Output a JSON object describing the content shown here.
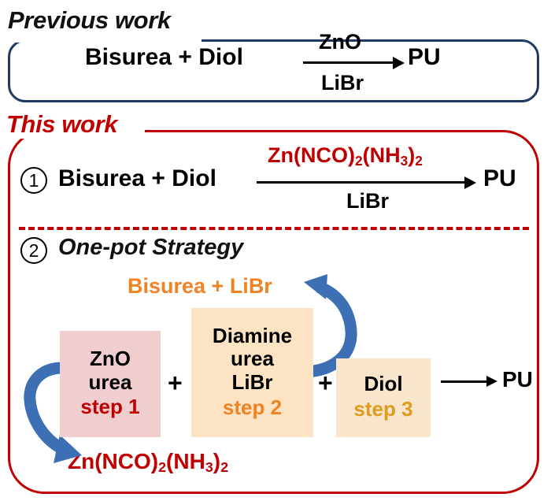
{
  "previous_work": {
    "label": "Previous work",
    "reactants": "Bisurea  + Diol",
    "catalyst": "ZnO",
    "solvent": "LiBr",
    "product": "PU",
    "border_color": "#1F3864"
  },
  "this_work": {
    "label": "This work",
    "border_color": "#C00000",
    "reaction1": {
      "number": "1",
      "reactants": "Bisurea  + Diol",
      "catalyst": "Zn(NCO)2(NH3)2",
      "catalyst_parts": {
        "a": "Zn(NCO)",
        "sub1": "2",
        "b": "(NH",
        "sub2": "3",
        "c": ")",
        "sub3": "2"
      },
      "catalyst_color": "#C00000",
      "solvent": "LiBr",
      "product": "PU"
    },
    "section2": {
      "number": "2",
      "title": "One-pot Strategy",
      "cycle_top_label": "Bisurea + LiBr",
      "cycle_top_color": "#F08224",
      "cycle_bottom_label_parts": {
        "a": "Zn(NCO)",
        "sub1": "2",
        "b": "(NH",
        "sub2": "3",
        "c": ")",
        "sub3": "2"
      },
      "cycle_bottom_color": "#C00000",
      "arrow_color": "#3C6FB4",
      "boxes": [
        {
          "id": "zno",
          "lines": [
            "ZnO",
            "urea"
          ],
          "step": "step 1",
          "bg": "#F0CDCF",
          "step_color": "#C00000"
        },
        {
          "id": "diamine",
          "lines": [
            "Diamine",
            "urea",
            "LiBr"
          ],
          "step": "step 2",
          "bg": "#FCE3C4",
          "step_color": "#F08224"
        },
        {
          "id": "diol",
          "lines": [
            "Diol"
          ],
          "step": "step 3",
          "bg": "#F7E6CC",
          "step_color": "#E09A1C"
        }
      ],
      "plus_1": "+",
      "plus_2": "+",
      "product": "PU"
    }
  }
}
